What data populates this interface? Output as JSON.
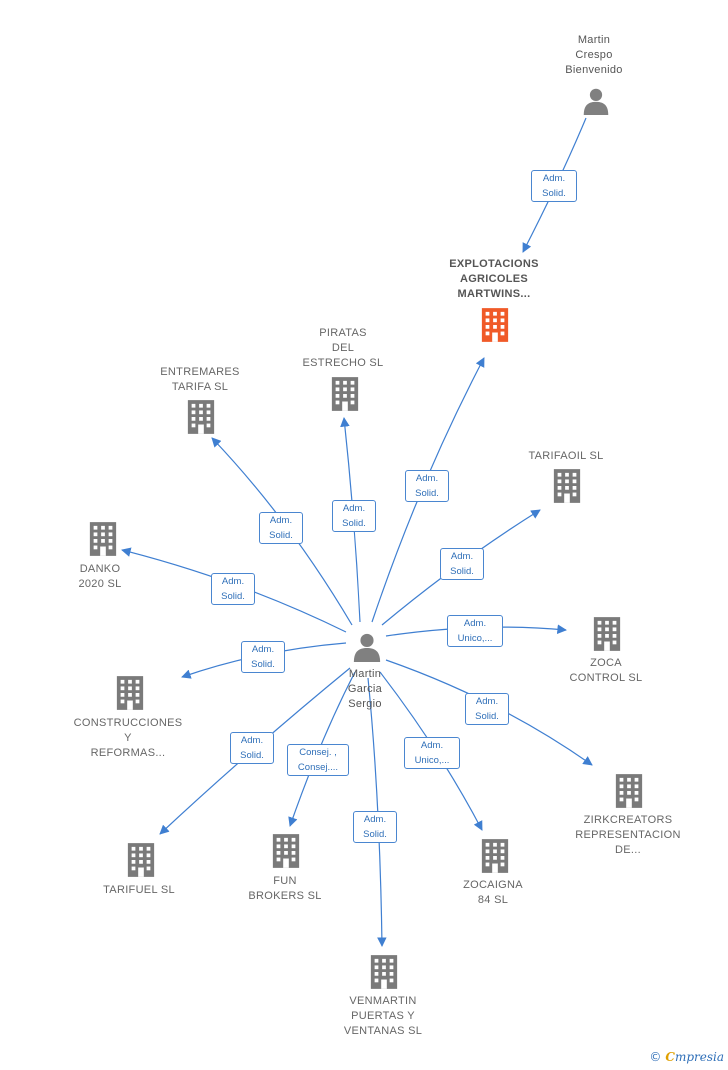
{
  "colors": {
    "edge": "#3f7fd1",
    "company": "#7a7a7a",
    "company_main": "#f05a28",
    "person": "#808080"
  },
  "center": {
    "name": "Martin\nGarcia\nSergio"
  },
  "top_person": {
    "name": "Martin\nCrespo\nBienvenido"
  },
  "top_edge": {
    "label": "Adm.\nSolid."
  },
  "main_company": {
    "name": "EXPLOTACIONS\nAGRICOLES\nMARTWINS..."
  },
  "companies": [
    {
      "id": "piratas",
      "name": "PIRATAS\nDEL\nESTRECHO SL",
      "edge": "Adm.\nSolid."
    },
    {
      "id": "entremares",
      "name": "ENTREMARES\nTARIFA SL",
      "edge": "Adm.\nSolid."
    },
    {
      "id": "explotacions",
      "name": "",
      "edge": "Adm.\nSolid."
    },
    {
      "id": "tarifaoil",
      "name": "TARIFAOIL SL",
      "edge": "Adm.\nSolid."
    },
    {
      "id": "danko",
      "name": "DANKO\n2020 SL",
      "edge": "Adm.\nSolid."
    },
    {
      "id": "zoca",
      "name": "ZOCA\nCONTROL SL",
      "edge": "Adm.\nUnico,..."
    },
    {
      "id": "construcciones",
      "name": "CONSTRUCCIONES\nY\nREFORMAS...",
      "edge": "Adm.\nSolid."
    },
    {
      "id": "zirkcreators",
      "name": "ZIRKCREATORS\nREPRESENTACION\nDE...",
      "edge": "Adm.\nSolid."
    },
    {
      "id": "tarifuel",
      "name": "TARIFUEL SL",
      "edge": "Adm.\nSolid."
    },
    {
      "id": "funbrokers",
      "name": "FUN\nBROKERS SL",
      "edge": "Consej. ,\nConsej...."
    },
    {
      "id": "zocaigna",
      "name": "ZOCAIGNA\n84 SL",
      "edge": "Adm.\nUnico,..."
    },
    {
      "id": "venmartin",
      "name": "VENMARTIN\nPUERTAS Y\nVENTANAS SL",
      "edge": "Adm.\nSolid."
    }
  ],
  "brand": {
    "copyright": "©",
    "initial": "C",
    "rest": "mpresia"
  }
}
